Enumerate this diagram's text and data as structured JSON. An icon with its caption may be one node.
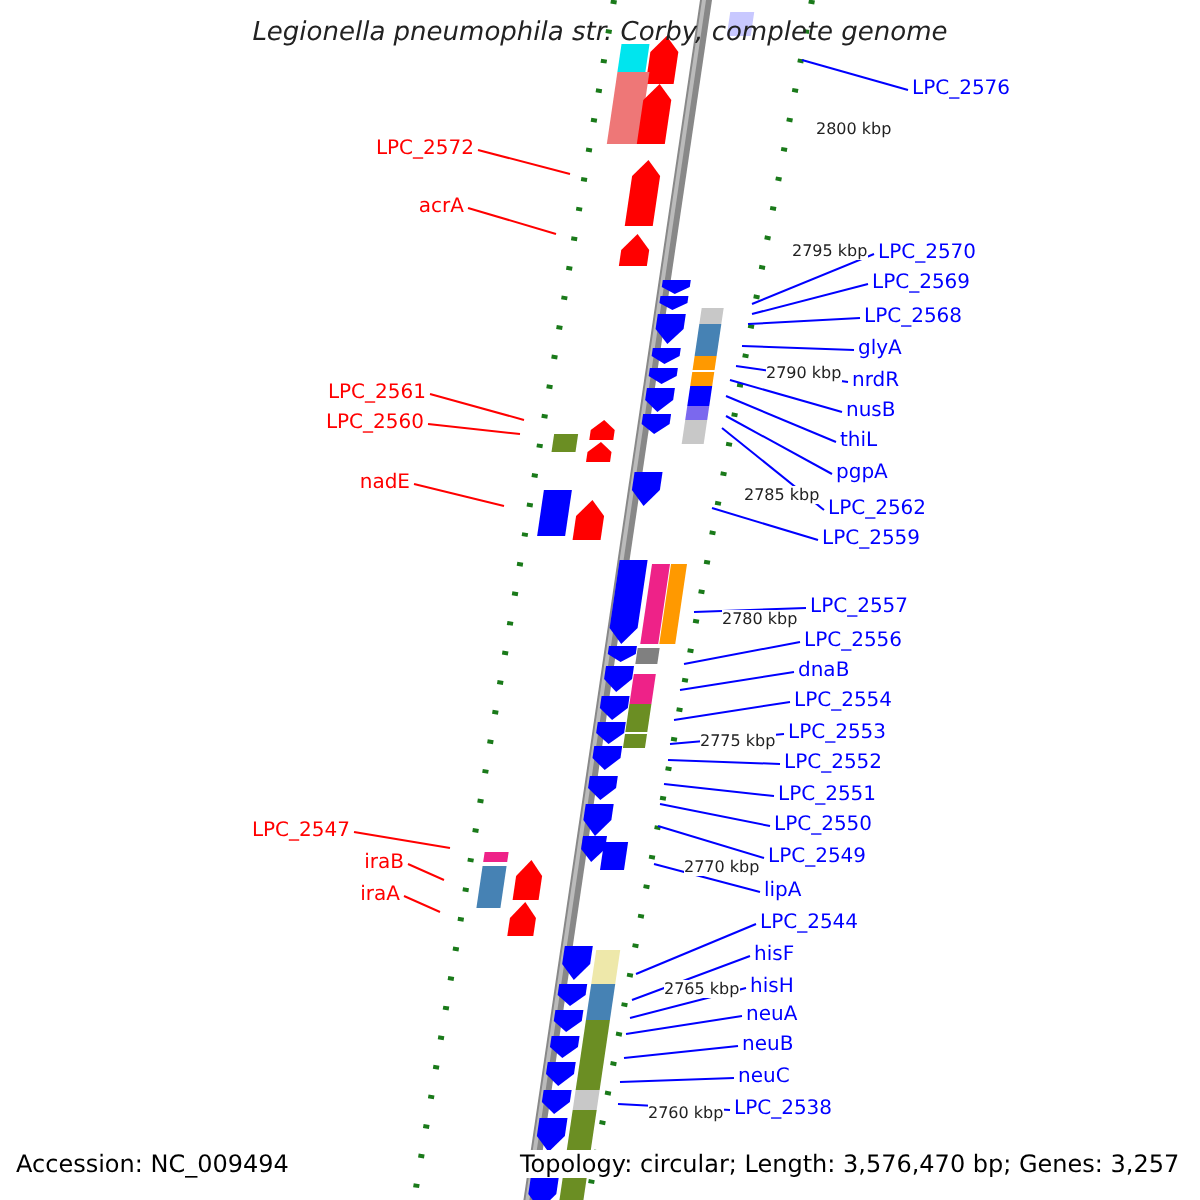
{
  "diagram": {
    "title": "Legionella pneumophila str. Corby, complete genome",
    "nodes": [
      {
        "text": [
          "LPC_2576"
        ]
      },
      {
        "text": [
          "LPC_2572"
        ]
      },
      {
        "text": [
          "acrA"
        ]
      },
      {
        "text": [
          "LPC_2570"
        ]
      },
      {
        "text": [
          "LPC_2569"
        ]
      },
      {
        "text": [
          "LPC_2568"
        ]
      },
      {
        "text": [
          "glyA"
        ]
      },
      {
        "text": [
          "nrdR"
        ]
      },
      {
        "text": [
          "LPC_2561"
        ]
      },
      {
        "text": [
          "nusB"
        ]
      },
      {
        "text": [
          "LPC_2560"
        ]
      },
      {
        "text": [
          "thiL"
        ]
      },
      {
        "text": [
          "pgpA"
        ]
      },
      {
        "text": [
          "nadE"
        ]
      },
      {
        "text": [
          "LPC_2562"
        ]
      },
      {
        "text": [
          "LPC_2559"
        ]
      },
      {
        "text": [
          "LPC_2557"
        ]
      },
      {
        "text": [
          "LPC_2556"
        ]
      },
      {
        "text": [
          "dnaB"
        ]
      },
      {
        "text": [
          "LPC_2554"
        ]
      },
      {
        "text": [
          "LPC_2553"
        ]
      },
      {
        "text": [
          "LPC_2552"
        ]
      },
      {
        "text": [
          "LPC_2551"
        ]
      },
      {
        "text": [
          "LPC_2550"
        ]
      },
      {
        "text": [
          "LPC_2547"
        ]
      },
      {
        "text": [
          "LPC_2549"
        ]
      },
      {
        "text": [
          "iraB"
        ]
      },
      {
        "text": [
          "lipA"
        ]
      },
      {
        "text": [
          "iraA"
        ]
      },
      {
        "text": [
          "LPC_2544"
        ]
      },
      {
        "text": [
          "hisF"
        ]
      },
      {
        "text": [
          "hisH"
        ]
      },
      {
        "text": [
          "neuA"
        ]
      },
      {
        "text": [
          "neuB"
        ]
      },
      {
        "text": [
          "neuC"
        ]
      },
      {
        "text": [
          "LPC_2538"
        ]
      }
    ],
    "edges": [
      {
        "from": 0,
        "to": null,
        "arrow": "none"
      },
      {
        "from": 1,
        "to": null,
        "arrow": "none",
        "color": "#ff0000"
      },
      {
        "from": 2,
        "to": null,
        "arrow": "none",
        "color": "#ff0000"
      },
      {
        "from": 3,
        "to": null,
        "arrow": "none"
      },
      {
        "from": 4,
        "to": null,
        "arrow": "none"
      },
      {
        "from": 5,
        "to": null,
        "arrow": "none"
      },
      {
        "from": 6,
        "to": null,
        "arrow": "none"
      },
      {
        "from": 7,
        "to": null,
        "arrow": "none"
      },
      {
        "from": 8,
        "to": null,
        "arrow": "none",
        "color": "#ff0000"
      },
      {
        "from": 9,
        "to": null,
        "arrow": "none"
      },
      {
        "from": 10,
        "to": null,
        "arrow": "none",
        "color": "#ff0000"
      },
      {
        "from": 11,
        "to": null,
        "arrow": "none"
      },
      {
        "from": 12,
        "to": null,
        "arrow": "none"
      },
      {
        "from": 13,
        "to": null,
        "arrow": "none",
        "color": "#ff0000"
      },
      {
        "from": 14,
        "to": null,
        "arrow": "none"
      },
      {
        "from": 15,
        "to": null,
        "arrow": "none"
      },
      {
        "from": 16,
        "to": null,
        "arrow": "none"
      },
      {
        "from": 17,
        "to": null,
        "arrow": "none"
      },
      {
        "from": 18,
        "to": null,
        "arrow": "none"
      },
      {
        "from": 19,
        "to": null,
        "arrow": "none"
      },
      {
        "from": 20,
        "to": null,
        "arrow": "none"
      },
      {
        "from": 21,
        "to": null,
        "arrow": "none"
      },
      {
        "from": 22,
        "to": null,
        "arrow": "none"
      },
      {
        "from": 23,
        "to": null,
        "arrow": "none"
      },
      {
        "from": 24,
        "to": null,
        "arrow": "none",
        "color": "#ff0000"
      },
      {
        "from": 25,
        "to": null,
        "arrow": "none"
      },
      {
        "from": 26,
        "to": null,
        "arrow": "none",
        "color": "#ff0000"
      },
      {
        "from": 27,
        "to": null,
        "arrow": "none"
      },
      {
        "from": 28,
        "to": null,
        "arrow": "none",
        "color": "#ff0000"
      },
      {
        "from": 29,
        "to": null,
        "arrow": "none"
      },
      {
        "from": 30,
        "to": null,
        "arrow": "none"
      },
      {
        "from": 31,
        "to": null,
        "arrow": "none"
      },
      {
        "from": 32,
        "to": null,
        "arrow": "none"
      },
      {
        "from": 33,
        "to": null,
        "arrow": "none"
      },
      {
        "from": 34,
        "to": null,
        "arrow": "none"
      },
      {
        "from": 35,
        "to": null,
        "arrow": "none"
      }
    ],
    "labels": [
      "2800 kbp",
      "2795 kbp",
      "2790 kbp",
      "2785 kbp",
      "2780 kbp",
      "2775 kbp",
      "2770 kbp",
      "2765 kbp",
      "2760 kbp",
      "Accession: NC_009494",
      "Topology: circular; Length: 3,576,470 bp; Genes: 3,257"
    ]
  }
}
